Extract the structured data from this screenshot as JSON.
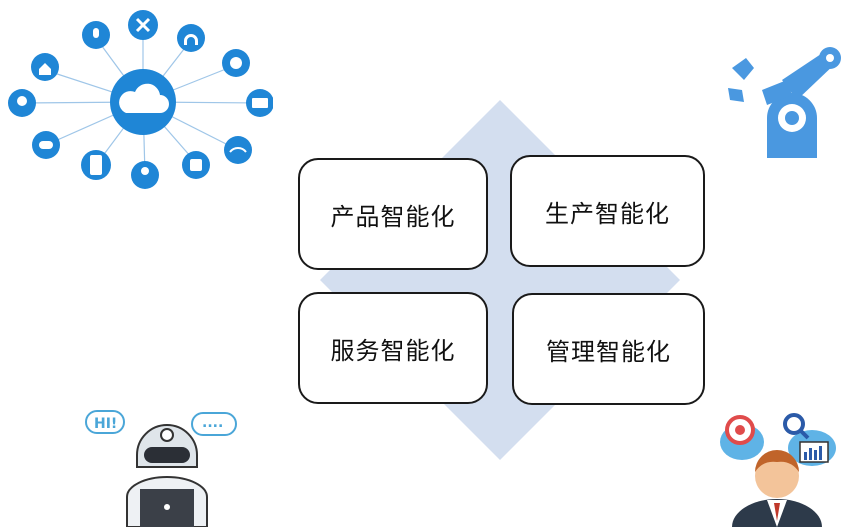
{
  "colors": {
    "diamond": "#d3deef",
    "iot_blue": "#1f86d6",
    "robot_arm_blue": "#4a98e0",
    "box_border": "#1a1a1a"
  },
  "quadrants": {
    "product": "产品智能化",
    "production": "生产智能化",
    "service": "服务智能化",
    "management": "管理智能化"
  },
  "robot": {
    "greeting": "HI!",
    "ellipsis": "...."
  },
  "icons": {
    "top_left": "iot-cloud-network-icon",
    "top_right": "robot-arm-icon",
    "bottom_left": "chat-robot-icon",
    "bottom_right": "businessman-analytics-icon"
  }
}
